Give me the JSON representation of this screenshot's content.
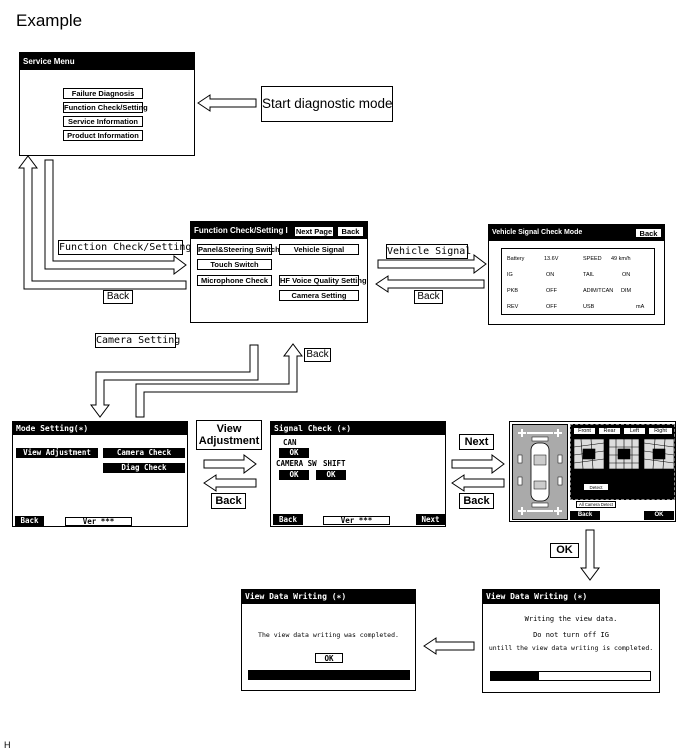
{
  "title": "Example",
  "footer_code": "H",
  "labels": {
    "start_diag": "Start diagnostic mode",
    "function_check_setting": "Function Check/Setting",
    "back1": "Back",
    "vehicle_signal": "Vehicle Signal",
    "back2": "Back",
    "camera_setting": "Camera Setting",
    "back3": "Back",
    "view_adjustment_line1": "View",
    "view_adjustment_line2": "Adjustment",
    "back4": "Back",
    "next": "Next",
    "back5": "Back",
    "ok": "OK"
  },
  "service_menu": {
    "title": "Service Menu",
    "items": [
      "Failure Diagnosis",
      "Function Check/Setting",
      "Service Information",
      "Product Information"
    ]
  },
  "function_check": {
    "title": "Function Check/Setting I",
    "next_page": "Next Page",
    "back": "Back",
    "buttons": [
      "Panel&Steering Switch",
      "Vehicle Signal",
      "Touch Switch",
      "Microphone Check",
      "HF Voice Quality Setting",
      "Camera Setting"
    ]
  },
  "vehicle_signal_screen": {
    "title": "Vehicle Signal Check Mode",
    "back": "Back",
    "rows": [
      [
        "Battery",
        "13.6V",
        "SPEED",
        "49  km/h"
      ],
      [
        "IG",
        "ON",
        "TAIL",
        "ON"
      ],
      [
        "PKB",
        "OFF",
        "ADIM/TCAN",
        "DIM"
      ],
      [
        "REV",
        "OFF",
        "USB",
        "mA"
      ]
    ]
  },
  "mode_setting": {
    "title": "Mode Setting(∗)",
    "view_adjustment": "View Adjustment",
    "camera_check": "Camera Check",
    "diag_check": "Diag Check",
    "back": "Back",
    "ver": "Ver ***"
  },
  "signal_check": {
    "title": "Signal Check (∗)",
    "can": "CAN",
    "can_ok": "OK",
    "camera_sw": "CAMERA SW",
    "camera_sw_ok": "OK",
    "shift": "SHIFT",
    "shift_ok": "OK",
    "back": "Back",
    "ver": "Ver ***",
    "next": "Next"
  },
  "camera_adjust": {
    "tabs": [
      "Front",
      "Rear",
      "Left",
      "Right"
    ],
    "detect": "Detect",
    "all_camera_detect": "All Camera Detect",
    "back": "Back",
    "ok": "OK"
  },
  "writing_screen": {
    "title": "View Data Writing (∗)",
    "line1": "Writing the view data.",
    "line2": "Do not turn off IG",
    "line3": "untill the view data writing is completed.",
    "progress": 0.3
  },
  "completed_screen": {
    "title": "View Data Writing (∗)",
    "message": "The view data writing was completed.",
    "ok": "OK",
    "progress": 1.0
  }
}
